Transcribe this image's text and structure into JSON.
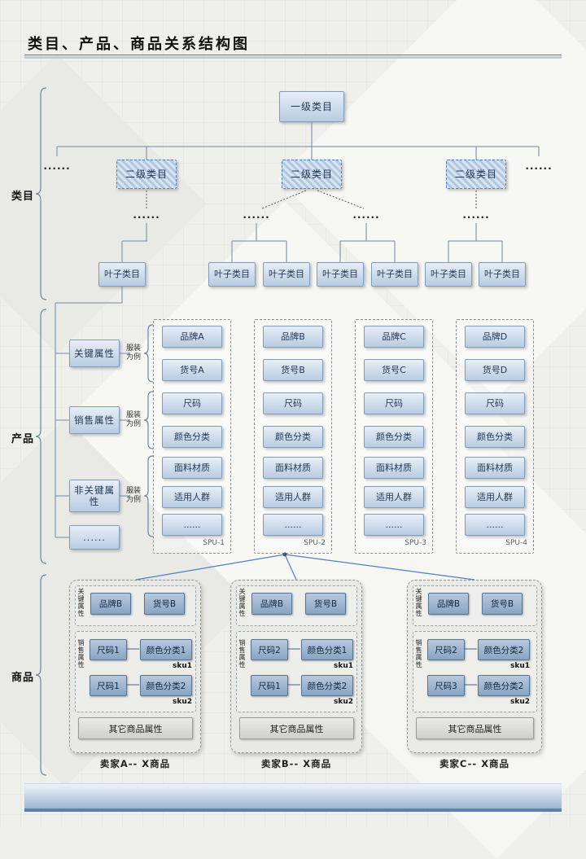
{
  "title": "类目、产品、商品关系结构图",
  "ellipsis": "......",
  "sections": [
    {
      "label": "类目"
    },
    {
      "label": "产品"
    },
    {
      "label": "商品"
    }
  ],
  "category": {
    "root": "一级类目",
    "level2": [
      "二级类目",
      "二级类目",
      "二级类目"
    ],
    "leaves": [
      "叶子类目",
      "叶子类目",
      "叶子类目",
      "叶子类目",
      "叶子类目",
      "叶子类目",
      "叶子类目"
    ]
  },
  "product": {
    "attributes": [
      {
        "label": "关键属性",
        "example": "服装为例"
      },
      {
        "label": "销售属性",
        "example": "服装为例"
      },
      {
        "label": "非关键属性",
        "example": "服装为例"
      },
      {
        "label": "......"
      }
    ],
    "spus": [
      {
        "name": "SPU-1",
        "items": [
          "品牌A",
          "货号A",
          "尺码",
          "颜色分类",
          "面料材质",
          "适用人群",
          "......"
        ]
      },
      {
        "name": "SPU-2",
        "items": [
          "品牌B",
          "货号B",
          "尺码",
          "颜色分类",
          "面料材质",
          "适用人群",
          "......"
        ]
      },
      {
        "name": "SPU-3",
        "items": [
          "品牌C",
          "货号C",
          "尺码",
          "颜色分类",
          "面料材质",
          "适用人群",
          "......"
        ]
      },
      {
        "name": "SPU-4",
        "items": [
          "品牌D",
          "货号D",
          "尺码",
          "颜色分类",
          "面料材质",
          "适用人群",
          "......"
        ]
      }
    ]
  },
  "commodity": {
    "sellers": [
      {
        "title": "卖家A-- X商品",
        "key_group_label": "关键属性",
        "sales_group_label": "销售属性",
        "brand": "品牌B",
        "article_no": "货号B",
        "skus": [
          {
            "size": "尺码1",
            "color": "颜色分类1",
            "tag": "sku1"
          },
          {
            "size": "尺码1",
            "color": "颜色分类2",
            "tag": "sku2"
          }
        ],
        "other_attrs": "其它商品属性"
      },
      {
        "title": "卖家B-- X商品",
        "key_group_label": "关键属性",
        "sales_group_label": "销售属性",
        "brand": "品牌B",
        "article_no": "货号B",
        "skus": [
          {
            "size": "尺码2",
            "color": "颜色分类1",
            "tag": "sku1"
          },
          {
            "size": "尺码1",
            "color": "颜色分类2",
            "tag": "sku2"
          }
        ],
        "other_attrs": "其它商品属性"
      },
      {
        "title": "卖家C-- X商品",
        "key_group_label": "关键属性",
        "sales_group_label": "销售属性",
        "brand": "品牌B",
        "article_no": "货号B",
        "skus": [
          {
            "size": "尺码2",
            "color": "颜色分类2",
            "tag": "sku1"
          },
          {
            "size": "尺码3",
            "color": "颜色分类2",
            "tag": "sku2"
          }
        ],
        "other_attrs": "其它商品属性"
      }
    ]
  },
  "colors": {
    "node_fill_light": "#dce6f1",
    "node_fill": "#b8cce4",
    "node_border": "#7f9db9",
    "accent": "#4f81bd"
  }
}
